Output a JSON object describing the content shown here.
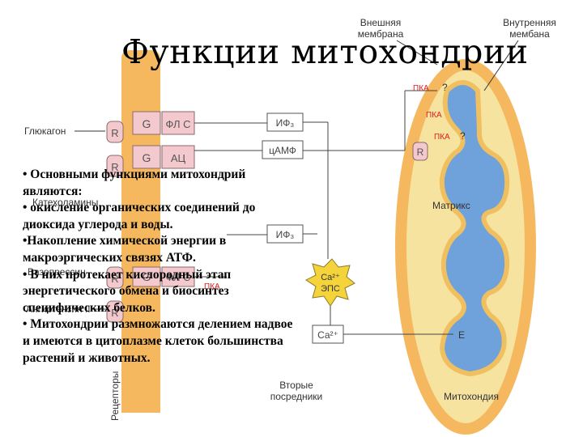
{
  "slide": {
    "title": "Функции митохондрии",
    "bullets": [
      "• Основными функциями митохондрий являются:",
      "• окисление органических соединений до диоксида углерода и воды.",
      "•Накопление химической энергии в макроэргических связях АТФ.",
      "• В них протекает кислородный этап энергетического обмена и биосинтез специфических белков.",
      "• Митохондрии размножаются делением надвое и имеются в цитоплазме клеток большинства растений и животных."
    ]
  },
  "diagram": {
    "membrane_labels": {
      "outer_line1": "Внешняя",
      "outer_line2": "мембрана",
      "inner_line1": "Внутренняя",
      "inner_line2": "мембана"
    },
    "hormones": {
      "glucagon": "Глюкагон",
      "catecholamines": "Катехоламины",
      "vasopressin": "Вазопрессин",
      "angiotensin": "Ангиотензин II"
    },
    "receptor_r": "R",
    "proteins": {
      "g": "G",
      "phospholipase": "ФЛ С",
      "adenylate_cyclase": "АЦ"
    },
    "messengers": {
      "if3": "ИФ₃",
      "camp": "цАМФ",
      "ca_eps_line1": "Ca²⁺",
      "ca_eps_line2": "ЭПС",
      "ca": "Ca²⁺"
    },
    "pka": "ПКА",
    "question": "?",
    "matrix": "Матрикс",
    "e_label": "E",
    "receptors": "Рецепторы",
    "second_messengers_line1": "Вторые",
    "second_messengers_line2": "посредники",
    "mitochondria": "Митохондия",
    "colors": {
      "cell_band": "#F5B85E",
      "mito_outer": "#F7E3A0",
      "mito_inner": "#6FA2DA",
      "protein_fill": "#F3C9CE",
      "pka_red": "#E0201E"
    }
  }
}
